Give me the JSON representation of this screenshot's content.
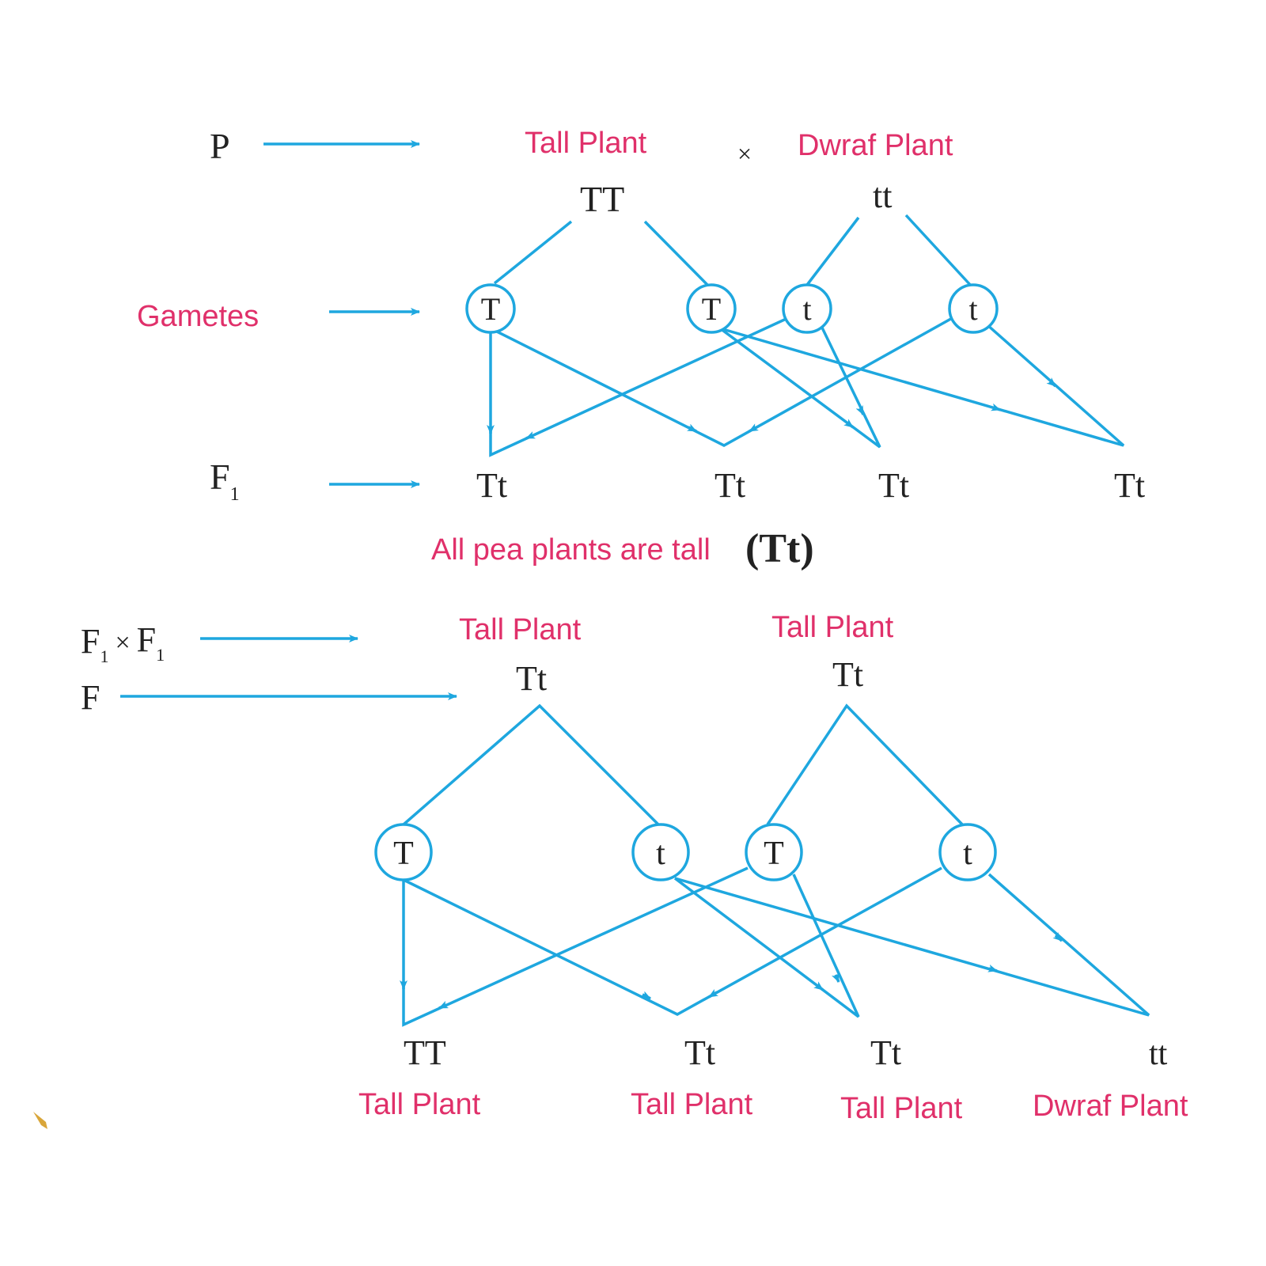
{
  "colors": {
    "accent": "#1ea7df",
    "label": "#e0306a",
    "text": "#222222"
  },
  "top": {
    "labels": {
      "p": "P",
      "gametes": "Gametes",
      "f1": "F",
      "f1_sub": "1"
    },
    "parent1": {
      "label": "Tall Plant",
      "genotype": "TT"
    },
    "cross_symbol": "×",
    "parent2": {
      "label": "Dwraf Plant",
      "genotype": "tt"
    },
    "gametes": [
      "T",
      "T",
      "t",
      "t"
    ],
    "offspring": [
      "Tt",
      "Tt",
      "Tt",
      "Tt"
    ],
    "conclusion": {
      "text": "All pea plants are tall",
      "genotype": "(Tt)"
    }
  },
  "bottom": {
    "labels": {
      "cross_f": "F",
      "cross_sub": "1",
      "cross_x": "×",
      "cross_f2": "F",
      "cross_sub2": "1",
      "f": "F"
    },
    "parent1": {
      "label": "Tall Plant",
      "genotype": "Tt"
    },
    "parent2": {
      "label": "Tall Plant",
      "genotype": "Tt"
    },
    "gametes": [
      "T",
      "t",
      "T",
      "t"
    ],
    "offspring": [
      {
        "genotype": "TT",
        "label": "Tall Plant"
      },
      {
        "genotype": "Tt",
        "label": "Tall Plant"
      },
      {
        "genotype": "Tt",
        "label": "Tall Plant"
      },
      {
        "genotype": "tt",
        "label": "Dwraf Plant"
      }
    ]
  }
}
